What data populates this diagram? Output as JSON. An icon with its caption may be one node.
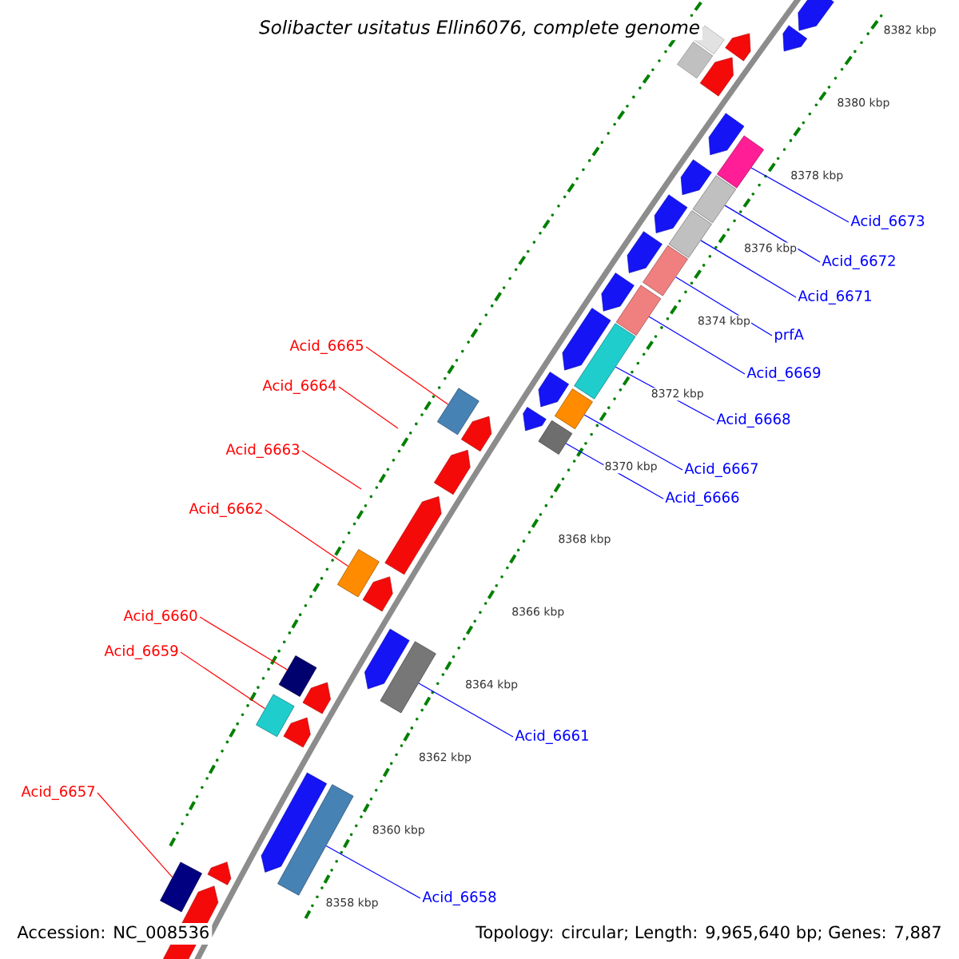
{
  "diagram": {
    "title": "Solibacter usitatus Ellin6076, complete genome",
    "nodes": [
      {
        "text": [
          "Acid_6673"
        ]
      },
      {
        "text": [
          "Acid_6672"
        ]
      },
      {
        "text": [
          "Acid_6671"
        ]
      },
      {
        "text": [
          "prfA"
        ]
      },
      {
        "text": [
          "Acid_6669"
        ]
      },
      {
        "text": [
          "Acid_6668"
        ]
      },
      {
        "text": [
          "Acid_6667"
        ]
      },
      {
        "text": [
          "Acid_6666"
        ]
      },
      {
        "text": [
          "Acid_6661"
        ]
      },
      {
        "text": [
          "Acid_6658"
        ]
      },
      {
        "text": [
          "Acid_6665"
        ]
      },
      {
        "text": [
          "Acid_6664"
        ]
      },
      {
        "text": [
          "Acid_6663"
        ]
      },
      {
        "text": [
          "Acid_6662"
        ]
      },
      {
        "text": [
          "Acid_6660"
        ]
      },
      {
        "text": [
          "Acid_6659"
        ]
      },
      {
        "text": [
          "Acid_6657"
        ]
      },
      {
        "text": [],
        "shape": "bar"
      },
      {
        "text": [],
        "shape": "bar"
      },
      {
        "text": [],
        "shape": "bar"
      },
      {
        "text": [],
        "shape": "bar"
      },
      {
        "text": [],
        "shape": "bar"
      },
      {
        "text": [],
        "shape": "bar"
      },
      {
        "text": [],
        "shape": "bar"
      },
      {
        "text": [],
        "shape": "bar"
      },
      {
        "text": [],
        "shape": "bar"
      },
      {
        "text": [],
        "shape": "bar"
      },
      {
        "text": [],
        "shape": "bar"
      },
      {
        "text": [],
        "shape": "bar"
      },
      {
        "text": [],
        "shape": "bar"
      },
      {
        "text": [],
        "shape": "bar"
      },
      {
        "text": [],
        "shape": "bar"
      }
    ],
    "edges": [
      {
        "from": 0,
        "to": 17,
        "arrow": "none"
      },
      {
        "from": 1,
        "to": 18,
        "arrow": "none"
      },
      {
        "from": 2,
        "to": 19,
        "arrow": "none"
      },
      {
        "from": 3,
        "to": 20,
        "arrow": "none"
      },
      {
        "from": 4,
        "to": 21,
        "arrow": "none"
      },
      {
        "from": 5,
        "to": 22,
        "arrow": "none"
      },
      {
        "from": 6,
        "to": 23,
        "arrow": "none"
      },
      {
        "from": 7,
        "to": 24,
        "arrow": "none"
      },
      {
        "from": 8,
        "to": 25,
        "arrow": "none"
      },
      {
        "from": 9,
        "to": 26,
        "arrow": "none"
      },
      {
        "from": 10,
        "to": 27,
        "arrow": "none",
        "color": "#ff0000"
      },
      {
        "from": 11,
        "to": null,
        "arrow": "none",
        "color": "#ff0000"
      },
      {
        "from": 12,
        "to": null,
        "arrow": "none",
        "color": "#ff0000"
      },
      {
        "from": 13,
        "to": 28,
        "arrow": "none",
        "color": "#ff0000"
      },
      {
        "from": 14,
        "to": 29,
        "arrow": "none",
        "color": "#ff0000"
      },
      {
        "from": 15,
        "to": 30,
        "arrow": "none",
        "color": "#ff0000"
      },
      {
        "from": 16,
        "to": 31,
        "arrow": "none",
        "color": "#ff0000"
      }
    ],
    "labels": [
      "8382 kbp",
      "8380 kbp",
      "8378 kbp",
      "8376 kbp",
      "8374 kbp",
      "8372 kbp",
      "8370 kbp",
      "8368 kbp",
      "8366 kbp",
      "8364 kbp",
      "8362 kbp",
      "8360 kbp",
      "8358 kbp",
      "Accession: NC_008536",
      "Topology: circular; Length: 9,965,640 bp; Genes: 7,887"
    ]
  }
}
